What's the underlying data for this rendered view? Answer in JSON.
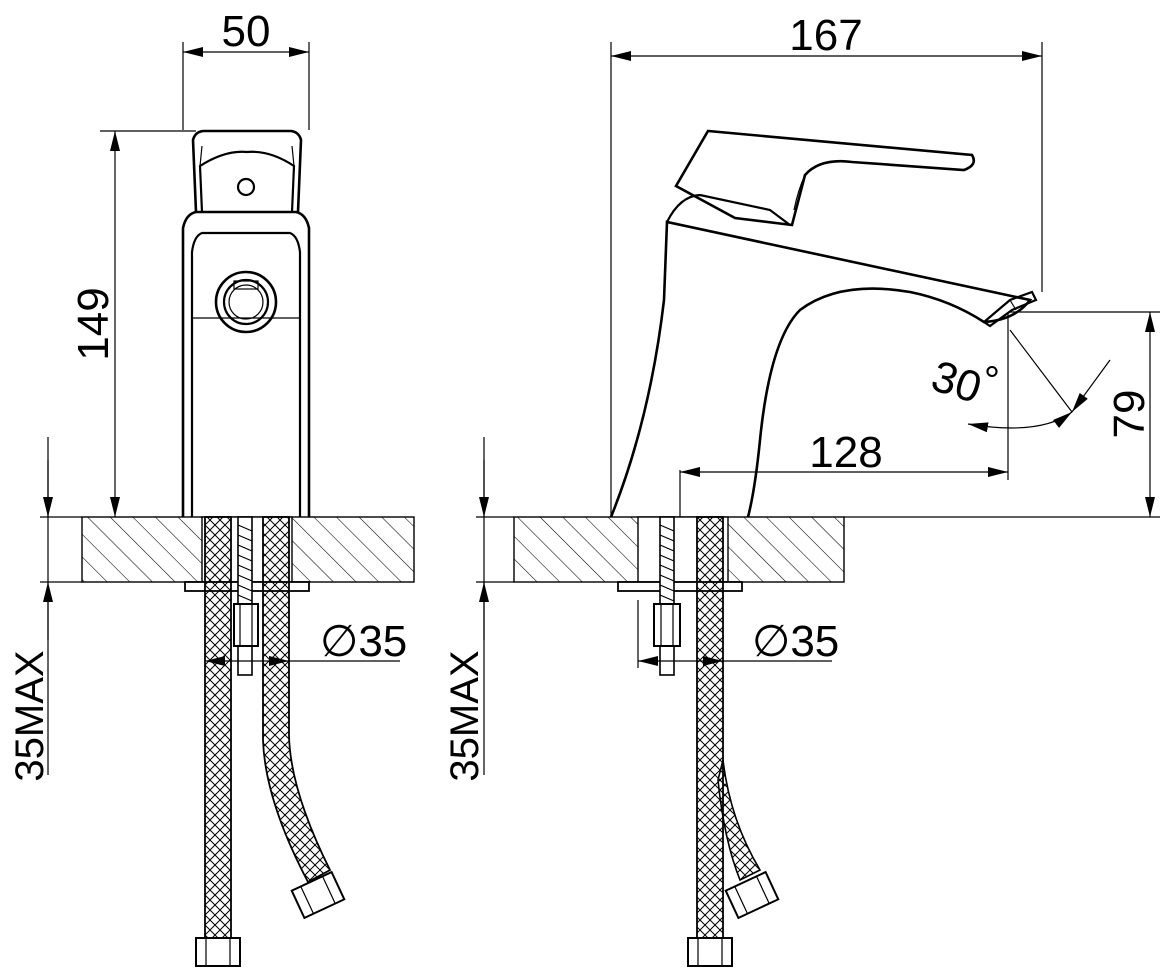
{
  "dimensions": {
    "front_width": "50",
    "front_height": "149",
    "front_hole_diameter": "∅35",
    "front_max_thickness": "35MAX",
    "side_overall_length": "167",
    "side_spout_reach": "128",
    "side_outlet_height": "79",
    "side_swivel_angle": "30",
    "side_angle_unit": "°",
    "side_hole_diameter": "∅35",
    "side_max_thickness": "35MAX"
  },
  "colors": {
    "line": "#000000",
    "background": "#ffffff"
  }
}
